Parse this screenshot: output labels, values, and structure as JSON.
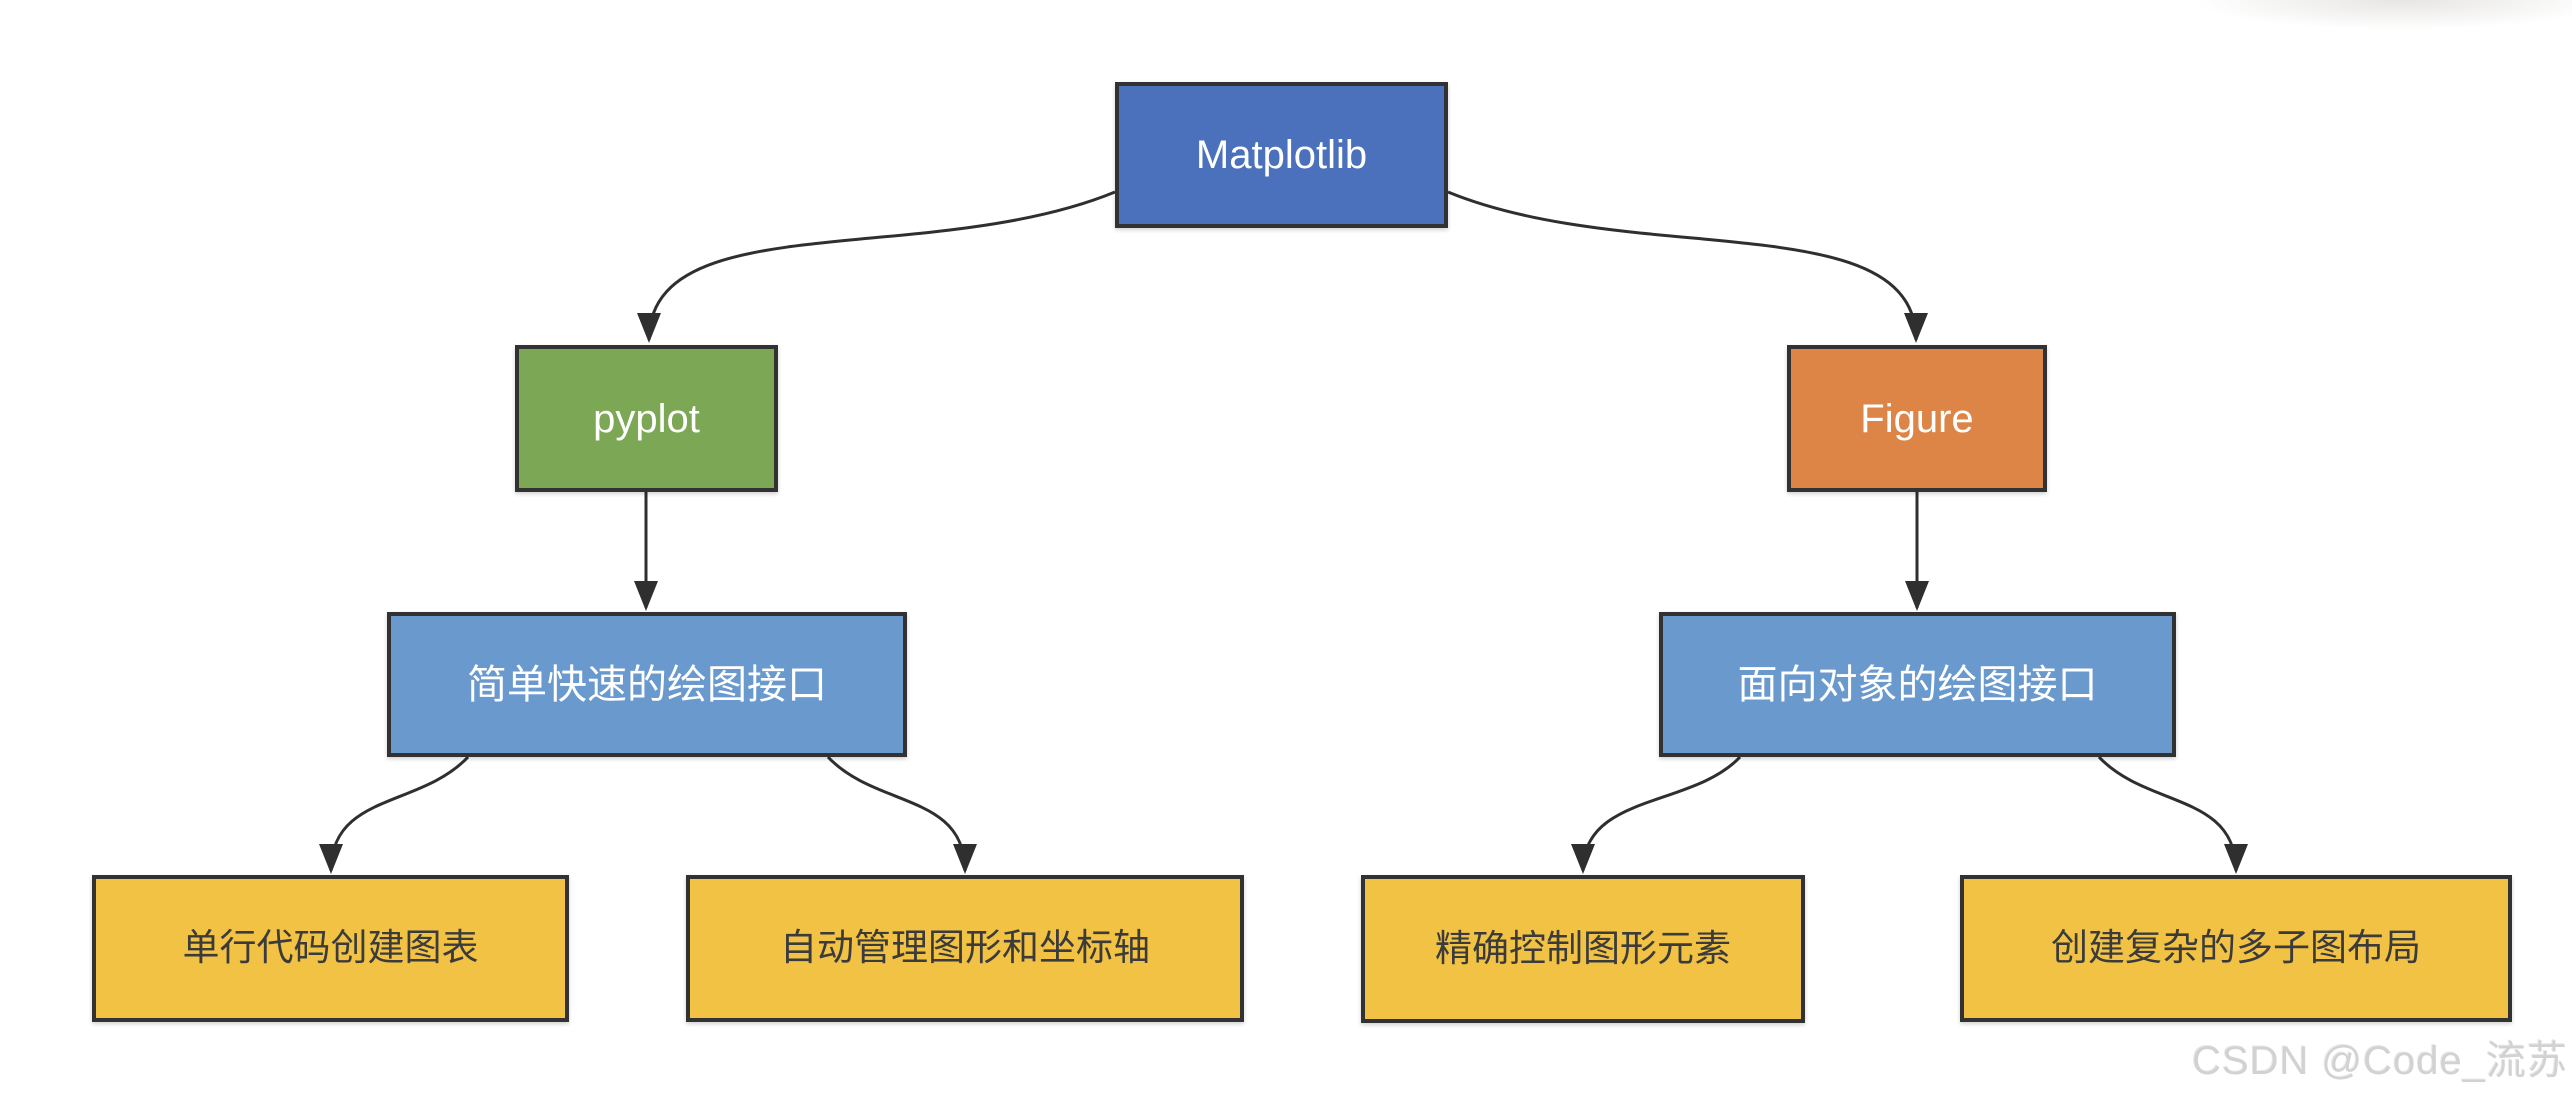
{
  "page": {
    "background": "#FFFFFF"
  },
  "diagram": {
    "border_color": "#333233",
    "edge_color": "#2F2F2F",
    "nodes": {
      "matplotlib": {
        "label": "Matplotlib",
        "fill": "#4C71BC",
        "text_color": "#FFFFFF"
      },
      "pyplot": {
        "label": "pyplot",
        "fill": "#7CA755",
        "text_color": "#FFFFFF"
      },
      "figure": {
        "label": "Figure",
        "fill": "#DD8546",
        "text_color": "#FFFFFF"
      },
      "pyplot_desc": {
        "label": "简单快速的绘图接口",
        "fill": "#6A99CE",
        "text_color": "#FFFFFF"
      },
      "figure_desc": {
        "label": "面向对象的绘图接口",
        "fill": "#6A99CE",
        "text_color": "#FFFFFF"
      },
      "leaf1": {
        "label": "单行代码创建图表",
        "fill": "#F2C244",
        "text_color": "#3B3B3B"
      },
      "leaf2": {
        "label": "自动管理图形和坐标轴",
        "fill": "#F2C244",
        "text_color": "#3B3B3B"
      },
      "leaf3": {
        "label": "精确控制图形元素",
        "fill": "#F2C244",
        "text_color": "#3B3B3B"
      },
      "leaf4": {
        "label": "创建复杂的多子图布局",
        "fill": "#F2C244",
        "text_color": "#3B3B3B"
      }
    },
    "edges": [
      {
        "from": "matplotlib",
        "to": "pyplot"
      },
      {
        "from": "matplotlib",
        "to": "figure"
      },
      {
        "from": "pyplot",
        "to": "pyplot_desc"
      },
      {
        "from": "figure",
        "to": "figure_desc"
      },
      {
        "from": "pyplot_desc",
        "to": "leaf1"
      },
      {
        "from": "pyplot_desc",
        "to": "leaf2"
      },
      {
        "from": "figure_desc",
        "to": "leaf3"
      },
      {
        "from": "figure_desc",
        "to": "leaf4"
      }
    ]
  },
  "watermark": {
    "text": "CSDN @Code_流苏",
    "color": "#D2D2D2"
  }
}
